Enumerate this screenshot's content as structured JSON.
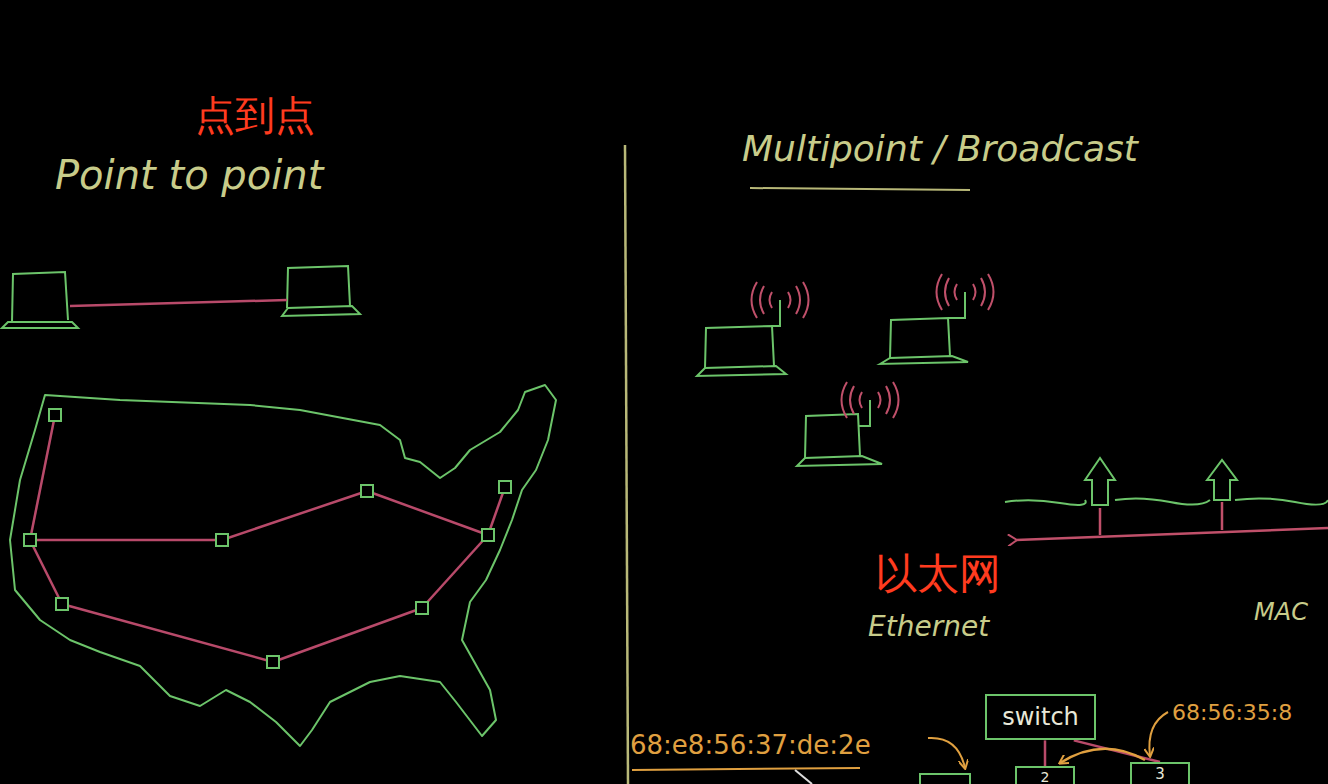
{
  "diagram": {
    "nodes": [
      {
        "text": [
          "switch"
        ]
      },
      {
        "text": [
          "2"
        ]
      },
      {
        "text": [
          "3"
        ]
      }
    ],
    "edges": [
      {
        "from": 0,
        "to": 1,
        "arrow": "none"
      },
      {
        "from": 0,
        "to": 2,
        "arrow": "none"
      },
      {
        "from": 2,
        "to": 1,
        "arrow": "to"
      }
    ],
    "labels": [
      "点到点",
      "Point to point",
      "Multipoint / Broadcast",
      "以太网",
      "Ethernet",
      "MAC",
      "68:e8:56:37:de:2e",
      "68:56:35:8"
    ]
  }
}
